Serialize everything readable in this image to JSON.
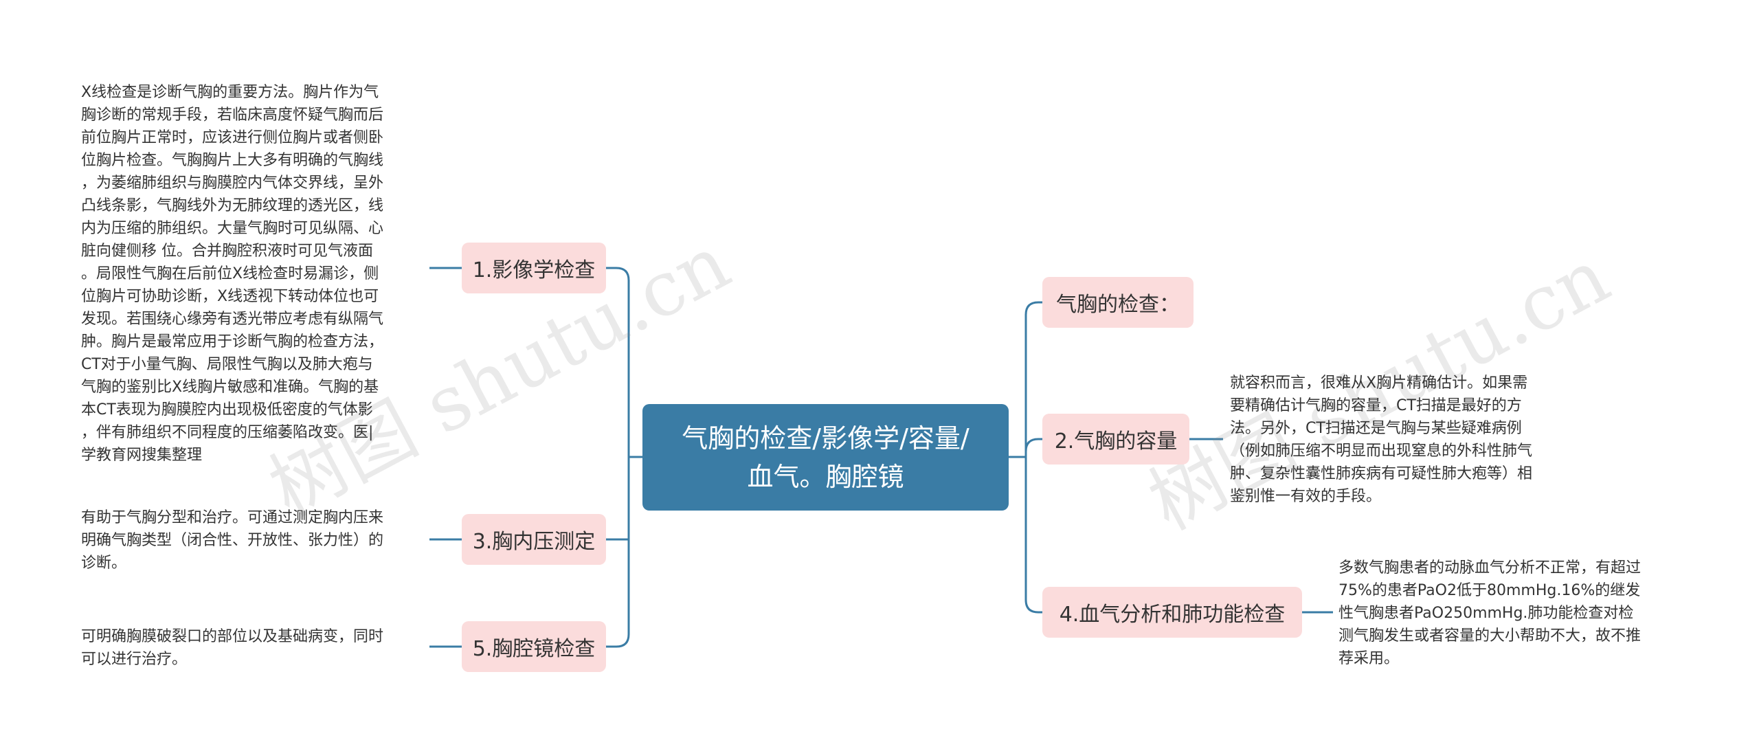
{
  "watermark": "树图 shutu.cn",
  "colors": {
    "center": "#3a7ca5",
    "branch": "#fbdcdc",
    "line": "#3a7ca5"
  },
  "center": {
    "line1": "气胸的检查/影像学/容量/",
    "line2": "血气。胸腔镜"
  },
  "left": [
    {
      "label": "1.影像学检查",
      "text": "X线检查是诊断气胸的重要方法。胸片作为气\n胸诊断的常规手段，若临床高度怀疑气胸而后\n前位胸片正常时，应该进行侧位胸片或者侧卧\n位胸片检查。气胸胸片上大多有明确的气胸线\n，为萎缩肺组织与胸膜腔内气体交界线，呈外\n凸线条影，气胸线外为无肺纹理的透光区，线\n内为压缩的肺组织。大量气胸时可见纵隔、心\n脏向健侧移 位。合并胸腔积液时可见气液面\n。局限性气胸在后前位X线检查时易漏诊，侧\n位胸片可协助诊断，X线透视下转动体位也可\n发现。若围绕心缘旁有透光带应考虑有纵隔气\n肿。胸片是最常应用于诊断气胸的检查方法，\nCT对于小量气胸、局限性气胸以及肺大疱与\n气胸的鉴别比X线胸片敏感和准确。气胸的基\n本CT表现为胸膜腔内出现极低密度的气体影\n，伴有肺组织不同程度的压缩萎陷改变。医|\n学教育网搜集整理"
    },
    {
      "label": "3.胸内压测定",
      "text": "有助于气胸分型和治疗。可通过测定胸内压来\n明确气胸类型（闭合性、开放性、张力性）的\n诊断。"
    },
    {
      "label": "5.胸腔镜检查",
      "text": "可明确胸膜破裂口的部位以及基础病变，同时\n可以进行治疗。"
    }
  ],
  "right": [
    {
      "label": "气胸的检查：",
      "text": ""
    },
    {
      "label": "2.气胸的容量",
      "text": "就容积而言，很难从X胸片精确估计。如果需\n要精确估计气胸的容量，CT扫描是最好的方\n法。另外，CT扫描还是气胸与某些疑难病例\n（例如肺压缩不明显而出现窒息的外科性肺气\n肿、复杂性囊性肺疾病有可疑性肺大疱等）相\n鉴别惟一有效的手段。"
    },
    {
      "label": "4.血气分析和肺功能检查",
      "text": "多数气胸患者的动脉血气分析不正常，有超过\n75%的患者PaO2低于80mmHg.16%的继发\n性气胸患者PaO250mmHg.肺功能检查对检\n测气胸发生或者容量的大小帮助不大，故不推\n荐采用。"
    }
  ]
}
